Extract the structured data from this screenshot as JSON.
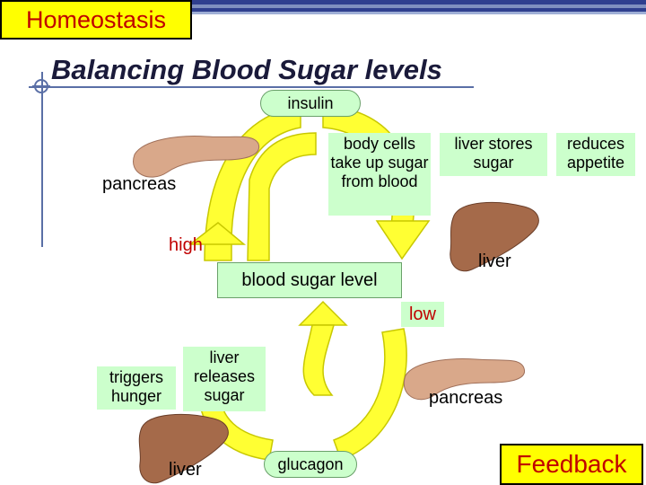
{
  "header": {
    "tag": "Homeostasis",
    "title": "Balancing Blood Sugar levels"
  },
  "diagram": {
    "insulin": "insulin",
    "glucagon": "glucagon",
    "body_cells": "body cells take up sugar from blood",
    "liver_stores": "liver stores sugar",
    "reduces_appetite": "reduces appetite",
    "pancreas_top": "pancreas",
    "pancreas_bottom": "pancreas",
    "liver_right": "liver",
    "liver_bottom": "liver",
    "high": "high",
    "low": "low",
    "blood_sugar_level": "blood sugar level",
    "triggers_hunger": "triggers hunger",
    "liver_releases": "liver releases sugar",
    "feedback": "Feedback"
  },
  "colors": {
    "tag_bg": "#ffff00",
    "tag_text": "#c00000",
    "box_green": "#ccffcc",
    "arrow_yellow": "#ffff33",
    "arrow_outline": "#c8c800",
    "organ_pancreas": "#d9a88a",
    "organ_liver": "#a56a4a"
  },
  "icons": [
    "pancreas-icon",
    "liver-icon",
    "cycle-arrow-icon",
    "crosshair-icon"
  ]
}
